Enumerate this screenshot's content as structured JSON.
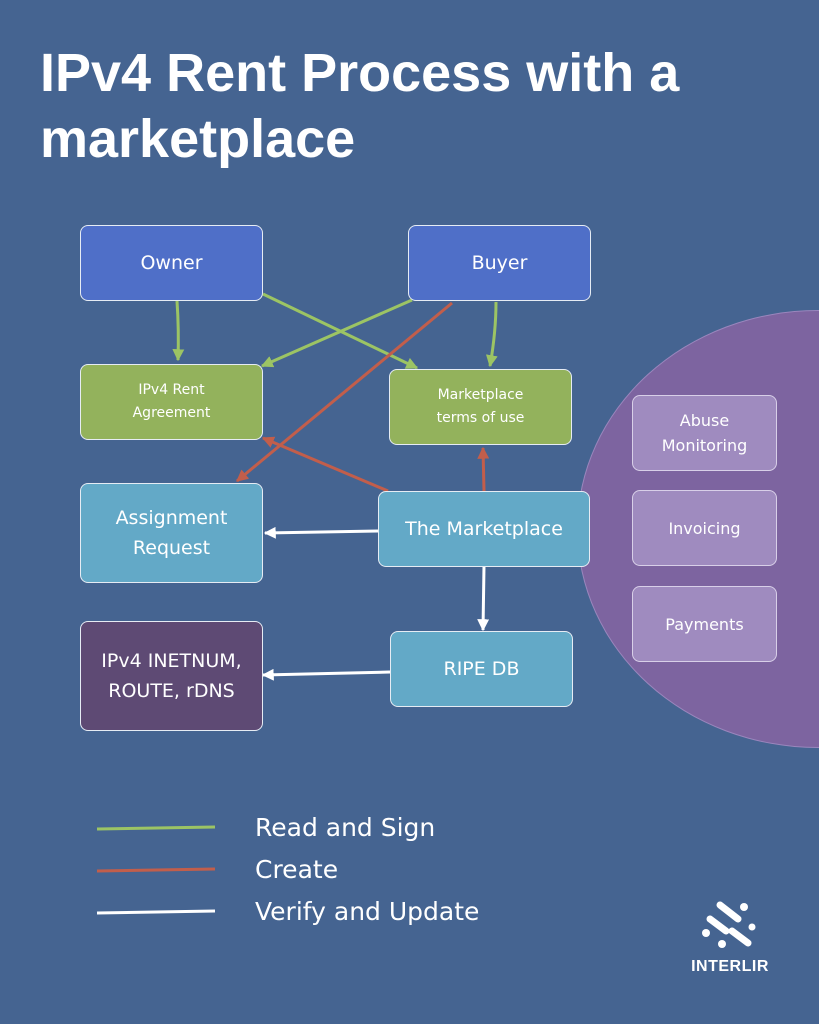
{
  "title": "IPv4 Rent Process with a marketplace",
  "nodes": {
    "owner": "Owner",
    "buyer": "Buyer",
    "agreement": "IPv4 Rent\nAgreement",
    "terms": "Marketplace\nterms of use",
    "assignment": "Assignment\nRequest",
    "marketplace": "The Marketplace",
    "inetnum": "IPv4 INETNUM,\nROUTE, rDNS",
    "ripe": "RIPE DB"
  },
  "services": [
    "Abuse\nMonitoring",
    "Invoicing",
    "Payments"
  ],
  "legend": {
    "read_sign": "Read and Sign",
    "create": "Create",
    "verify_update": "Verify and Update"
  },
  "colors": {
    "background": "#456491",
    "read_sign": "#9cc464",
    "create": "#c25e4b",
    "verify_update": "#ffffff"
  },
  "logo": {
    "text": "INTERLIR",
    "icon": "interlir-logo-icon"
  }
}
